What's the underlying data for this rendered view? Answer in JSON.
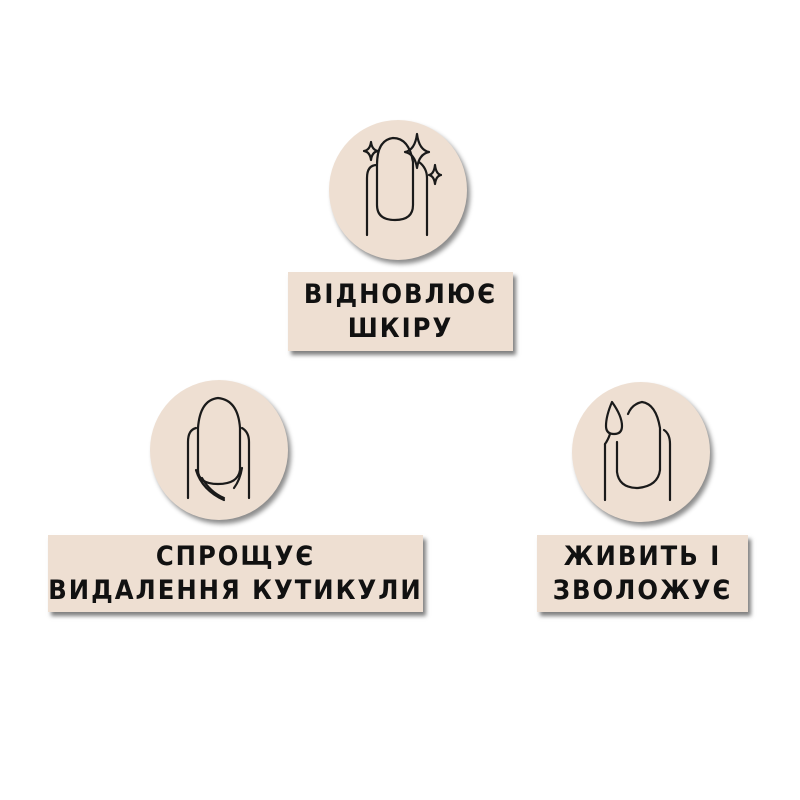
{
  "benefits": [
    {
      "icon": "sparkling-nail-icon",
      "line1": "ВІДНОВЛЮЄ",
      "line2": "ШКІРУ"
    },
    {
      "icon": "cuticle-nail-icon",
      "line1": "СПРОЩУЄ",
      "line2": "ВИДАЛЕННЯ КУТИКУЛИ"
    },
    {
      "icon": "drop-nail-icon",
      "line1": "ЖИВИТЬ І",
      "line2": "ЗВОЛОЖУЄ"
    }
  ],
  "colors": {
    "badge": "#eedfd2",
    "text": "#111111"
  }
}
